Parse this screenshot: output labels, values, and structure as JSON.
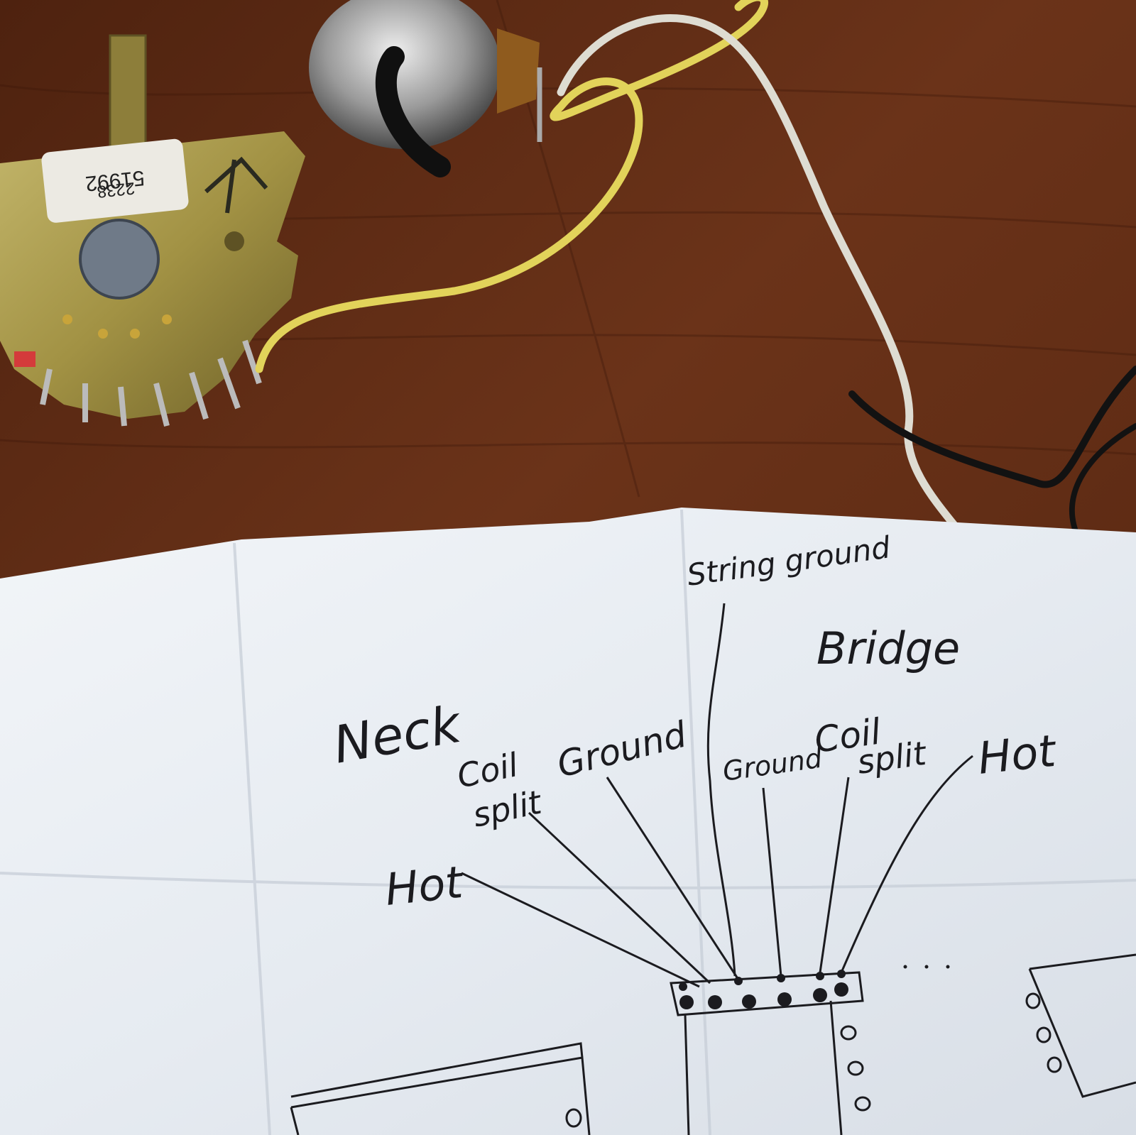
{
  "photo": {
    "switch_label": {
      "line1": "51992",
      "line2": "2238"
    },
    "colors": {
      "wood": "#5a2a14",
      "wood_dark": "#3e1a0c",
      "paper": "#e9eef4",
      "ink": "#1b1b1f",
      "yellow_wire": "#e2d35a",
      "white_wire": "#dedcd2",
      "black_wire": "#121212",
      "brass": "#a89a4a"
    }
  },
  "diagram": {
    "string_ground": "String ground",
    "bridge": "Bridge",
    "neck": "Neck",
    "neck_coil_split_line1": "Coil",
    "neck_coil_split_line2": "split",
    "neck_ground": "Ground",
    "neck_hot": "Hot",
    "bridge_ground": "Ground",
    "bridge_coil_split_line1": "Coil",
    "bridge_coil_split_line2": "split",
    "bridge_hot": "Hot"
  }
}
